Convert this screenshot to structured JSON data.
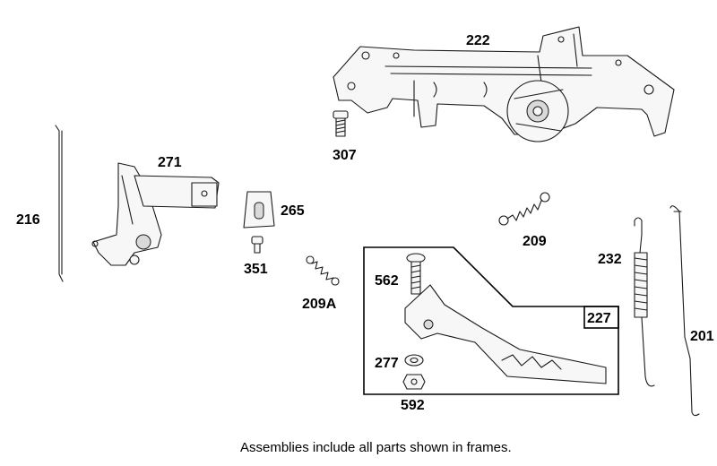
{
  "labels": {
    "p222": "222",
    "p307": "307",
    "p271": "271",
    "p216": "216",
    "p265": "265",
    "p351": "351",
    "p209": "209",
    "p209a": "209A",
    "p562": "562",
    "p227": "227",
    "p277": "277",
    "p592": "592",
    "p232": "232",
    "p201": "201"
  },
  "caption": "Assemblies include all parts shown in frames."
}
